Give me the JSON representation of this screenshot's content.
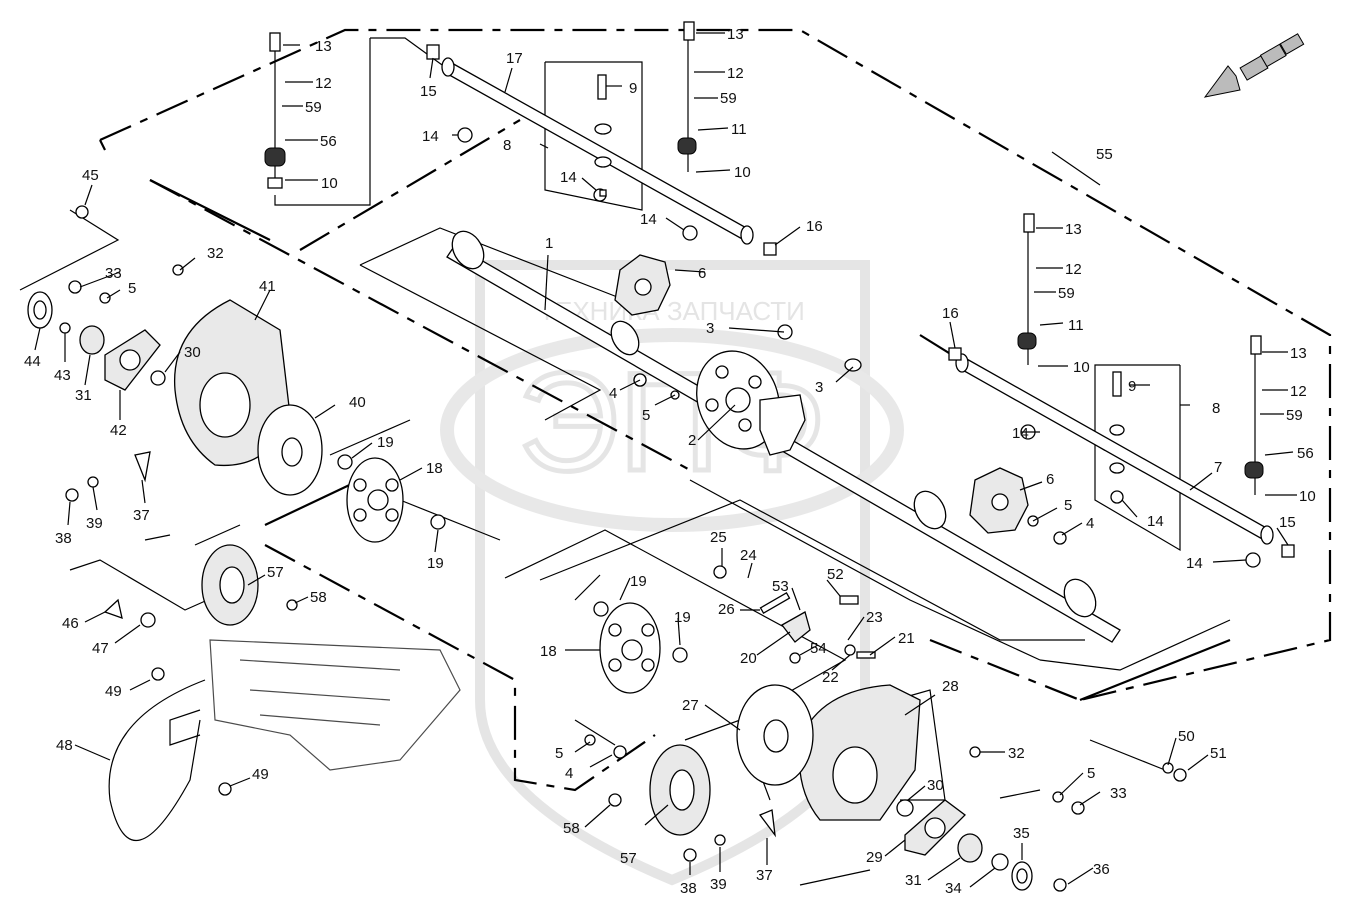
{
  "watermark": {
    "text": "ТЕХНИКА ЗАПЧАСТИ",
    "logo_letters": "ЭПФ"
  },
  "labels": [
    {
      "id": "l1",
      "text": "1"
    },
    {
      "id": "l2",
      "text": "2"
    },
    {
      "id": "l3a",
      "text": "3"
    },
    {
      "id": "l3b",
      "text": "3"
    },
    {
      "id": "l4a",
      "text": "4"
    },
    {
      "id": "l4b",
      "text": "4"
    },
    {
      "id": "l4c",
      "text": "4"
    },
    {
      "id": "l5a",
      "text": "5"
    },
    {
      "id": "l5b",
      "text": "5"
    },
    {
      "id": "l5c",
      "text": "5"
    },
    {
      "id": "l5d",
      "text": "5"
    },
    {
      "id": "l5e",
      "text": "5"
    },
    {
      "id": "l6a",
      "text": "6"
    },
    {
      "id": "l6b",
      "text": "6"
    },
    {
      "id": "l7",
      "text": "7"
    },
    {
      "id": "l8a",
      "text": "8"
    },
    {
      "id": "l8b",
      "text": "8"
    },
    {
      "id": "l9a",
      "text": "9"
    },
    {
      "id": "l9b",
      "text": "9"
    },
    {
      "id": "l10a",
      "text": "10"
    },
    {
      "id": "l10b",
      "text": "10"
    },
    {
      "id": "l10c",
      "text": "10"
    },
    {
      "id": "l10d",
      "text": "10"
    },
    {
      "id": "l11a",
      "text": "11"
    },
    {
      "id": "l11b",
      "text": "11"
    },
    {
      "id": "l12a",
      "text": "12"
    },
    {
      "id": "l12b",
      "text": "12"
    },
    {
      "id": "l12c",
      "text": "12"
    },
    {
      "id": "l12d",
      "text": "12"
    },
    {
      "id": "l13a",
      "text": "13"
    },
    {
      "id": "l13b",
      "text": "13"
    },
    {
      "id": "l13c",
      "text": "13"
    },
    {
      "id": "l13d",
      "text": "13"
    },
    {
      "id": "l14a",
      "text": "14"
    },
    {
      "id": "l14b",
      "text": "14"
    },
    {
      "id": "l14c",
      "text": "14"
    },
    {
      "id": "l14d",
      "text": "14"
    },
    {
      "id": "l14e",
      "text": "14"
    },
    {
      "id": "l14f",
      "text": "14"
    },
    {
      "id": "l15a",
      "text": "15"
    },
    {
      "id": "l15b",
      "text": "15"
    },
    {
      "id": "l16a",
      "text": "16"
    },
    {
      "id": "l16b",
      "text": "16"
    },
    {
      "id": "l17",
      "text": "17"
    },
    {
      "id": "l18a",
      "text": "18"
    },
    {
      "id": "l18b",
      "text": "18"
    },
    {
      "id": "l19a",
      "text": "19"
    },
    {
      "id": "l19b",
      "text": "19"
    },
    {
      "id": "l19c",
      "text": "19"
    },
    {
      "id": "l19d",
      "text": "19"
    },
    {
      "id": "l20",
      "text": "20"
    },
    {
      "id": "l21",
      "text": "21"
    },
    {
      "id": "l22",
      "text": "22"
    },
    {
      "id": "l23",
      "text": "23"
    },
    {
      "id": "l24",
      "text": "24"
    },
    {
      "id": "l25",
      "text": "25"
    },
    {
      "id": "l26",
      "text": "26"
    },
    {
      "id": "l27",
      "text": "27"
    },
    {
      "id": "l28",
      "text": "28"
    },
    {
      "id": "l29",
      "text": "29"
    },
    {
      "id": "l30a",
      "text": "30"
    },
    {
      "id": "l30b",
      "text": "30"
    },
    {
      "id": "l31a",
      "text": "31"
    },
    {
      "id": "l31b",
      "text": "31"
    },
    {
      "id": "l32a",
      "text": "32"
    },
    {
      "id": "l32b",
      "text": "32"
    },
    {
      "id": "l33a",
      "text": "33"
    },
    {
      "id": "l33b",
      "text": "33"
    },
    {
      "id": "l34",
      "text": "34"
    },
    {
      "id": "l35",
      "text": "35"
    },
    {
      "id": "l36",
      "text": "36"
    },
    {
      "id": "l37a",
      "text": "37"
    },
    {
      "id": "l37b",
      "text": "37"
    },
    {
      "id": "l38a",
      "text": "38"
    },
    {
      "id": "l38b",
      "text": "38"
    },
    {
      "id": "l39a",
      "text": "39"
    },
    {
      "id": "l39b",
      "text": "39"
    },
    {
      "id": "l40",
      "text": "40"
    },
    {
      "id": "l41",
      "text": "41"
    },
    {
      "id": "l42",
      "text": "42"
    },
    {
      "id": "l43",
      "text": "43"
    },
    {
      "id": "l44",
      "text": "44"
    },
    {
      "id": "l45",
      "text": "45"
    },
    {
      "id": "l46",
      "text": "46"
    },
    {
      "id": "l47",
      "text": "47"
    },
    {
      "id": "l48",
      "text": "48"
    },
    {
      "id": "l49a",
      "text": "49"
    },
    {
      "id": "l49b",
      "text": "49"
    },
    {
      "id": "l50",
      "text": "50"
    },
    {
      "id": "l51",
      "text": "51"
    },
    {
      "id": "l52",
      "text": "52"
    },
    {
      "id": "l53",
      "text": "53"
    },
    {
      "id": "l54",
      "text": "54"
    },
    {
      "id": "l55",
      "text": "55"
    },
    {
      "id": "l56a",
      "text": "56"
    },
    {
      "id": "l56b",
      "text": "56"
    },
    {
      "id": "l57a",
      "text": "57"
    },
    {
      "id": "l57b",
      "text": "57"
    },
    {
      "id": "l58a",
      "text": "58"
    },
    {
      "id": "l58b",
      "text": "58"
    },
    {
      "id": "l59a",
      "text": "59"
    },
    {
      "id": "l59b",
      "text": "59"
    },
    {
      "id": "l59c",
      "text": "59"
    },
    {
      "id": "l59d",
      "text": "59"
    }
  ]
}
